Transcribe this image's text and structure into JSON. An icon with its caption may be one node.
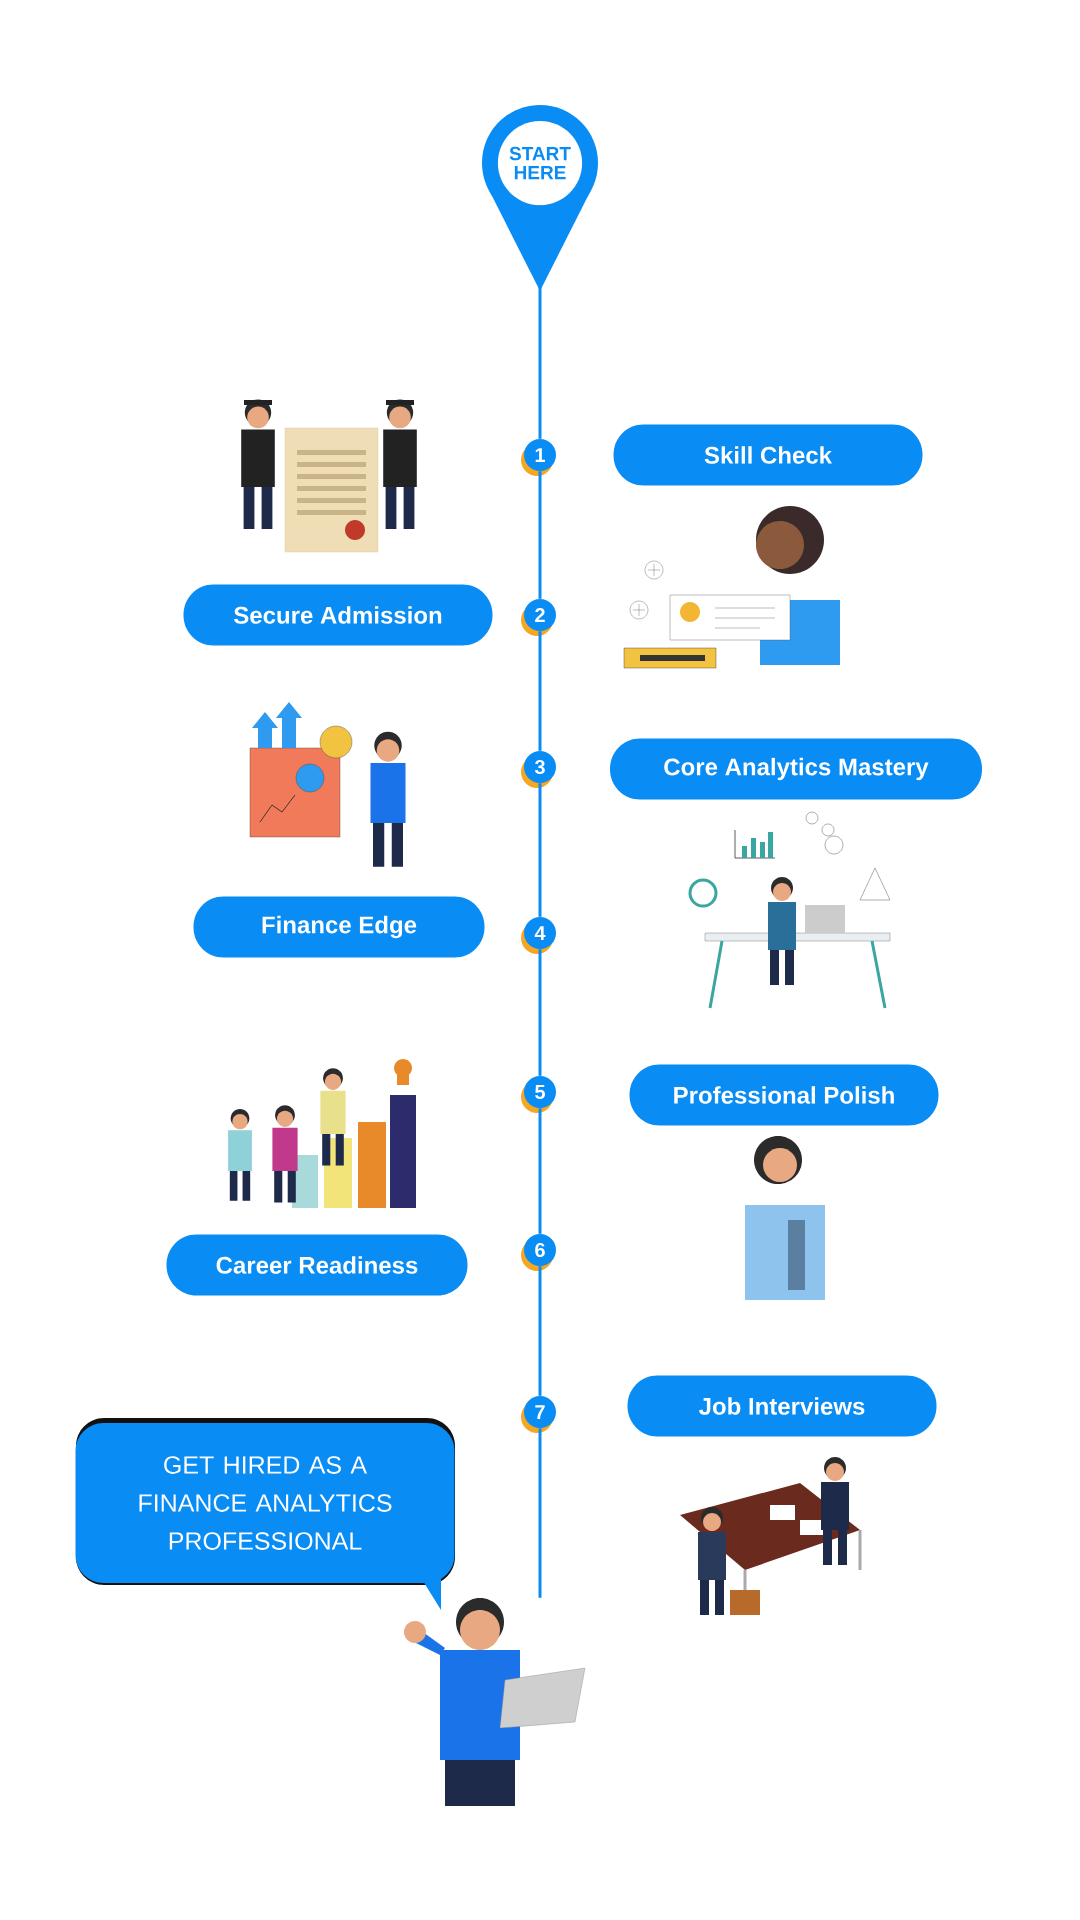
{
  "diagram": {
    "nodes": [
      {
        "text": [
          "START HERE"
        ]
      },
      {
        "text": [
          "1"
        ]
      },
      {
        "text": [
          "Skill Check"
        ]
      },
      {
        "text": [
          "Secure Admission"
        ]
      },
      {
        "text": [
          "2"
        ]
      },
      {
        "text": [
          "3"
        ]
      },
      {
        "text": [
          "Core Analytics Mastery"
        ]
      },
      {
        "text": [
          "Finance Edge"
        ]
      },
      {
        "text": [
          "4"
        ]
      },
      {
        "text": [
          "5"
        ]
      },
      {
        "text": [
          "Professional Polish"
        ]
      },
      {
        "text": [
          "Career Readiness"
        ]
      },
      {
        "text": [
          "6"
        ]
      },
      {
        "text": [
          "7"
        ]
      },
      {
        "text": [
          "Job Interviews"
        ]
      },
      {
        "text": [
          "GET HIRED AS A FINANCE ANALYTICS PROFESSIONAL"
        ]
      },
      {
        "text": [],
        "shape": "picture"
      }
    ],
    "edges": [
      {
        "from": 0,
        "to": 1,
        "arrow": "none"
      },
      {
        "from": 1,
        "to": 4,
        "arrow": "none"
      },
      {
        "from": 4,
        "to": 5,
        "arrow": "none"
      },
      {
        "from": 5,
        "to": 8,
        "arrow": "none"
      },
      {
        "from": 8,
        "to": 9,
        "arrow": "none"
      },
      {
        "from": 9,
        "to": 12,
        "arrow": "none"
      },
      {
        "from": 12,
        "to": 13,
        "arrow": "none"
      },
      {
        "from": 13,
        "to": 16,
        "arrow": "none"
      }
    ]
  }
}
